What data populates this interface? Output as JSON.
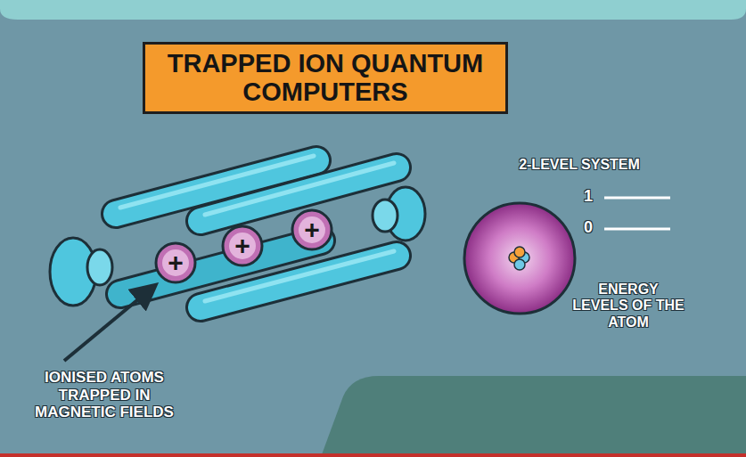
{
  "diagram": {
    "title": "TRAPPED ION QUANTUM COMPUTERS",
    "nodes": [
      {
        "text": [
          "+"
        ]
      },
      {
        "text": [
          "+"
        ]
      },
      {
        "text": [
          "+"
        ]
      }
    ],
    "labels": [
      "2-LEVEL SYSTEM",
      "1",
      "0",
      "ENERGY LEVELS OF THE ATOM",
      "IONISED ATOMS TRAPPED IN MAGNETIC FIELDS"
    ]
  }
}
